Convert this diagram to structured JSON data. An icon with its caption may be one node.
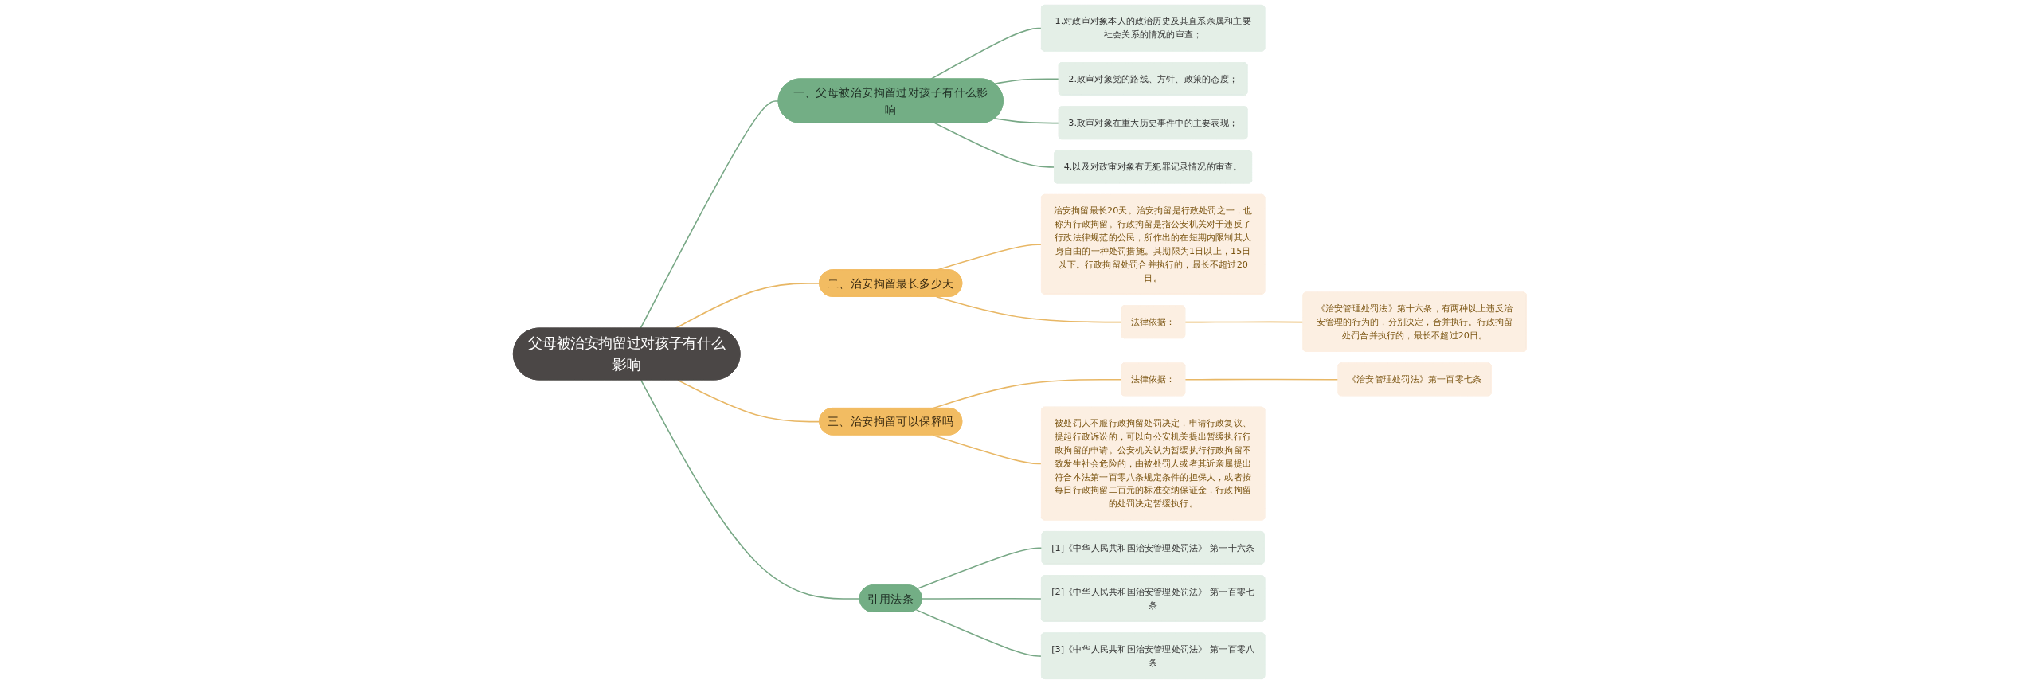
{
  "diagram": {
    "nodes": [
      {
        "text": [
          "父母被治安拘留过对孩子有什么影响"
        ]
      },
      {
        "text": [
          "一、父母被治安拘留过对孩子有什么影响"
        ]
      },
      {
        "text": [
          "1.对政审对象本人的政治历史及其直系亲属和主要社会关系的情况的审查；"
        ]
      },
      {
        "text": [
          "2.政审对象党的路线、方针、政策的态度；"
        ]
      },
      {
        "text": [
          "3.政审对象在重大历史事件中的主要表现；"
        ]
      },
      {
        "text": [
          "4.以及对政审对象有无犯罪记录情况的审查。"
        ]
      },
      {
        "text": [
          "二、治安拘留最长多少天"
        ]
      },
      {
        "text": [
          "治安拘留最长20天。治安拘留是行政处罚之一，也称为行政拘留。行政拘留是指公安机关对于违反了行政法律规范的公民，所作出的在短期内限制其人身自由的一种处罚措施。其期限为1日以上，15日以下。行政拘留处罚合并执行的，最长不超过20日。"
        ]
      },
      {
        "text": [
          "法律依据："
        ]
      },
      {
        "text": [
          "《治安管理处罚法》第十六条，有两种以上违反治安管理的行为的，分别决定，合并执行。行政拘留处罚合并执行的，最长不超过20日。"
        ]
      },
      {
        "text": [
          "三、治安拘留可以保释吗"
        ]
      },
      {
        "text": [
          "法律依据："
        ]
      },
      {
        "text": [
          "《治安管理处罚法》第一百零七条"
        ]
      },
      {
        "text": [
          "被处罚人不服行政拘留处罚决定，申请行政复议、提起行政诉讼的，可以向公安机关提出暂缓执行行政拘留的申请。公安机关认为暂缓执行行政拘留不致发生社会危险的，由被处罚人或者其近亲属提出符合本法第一百零八条规定条件的担保人，或者按每日行政拘留二百元的标准交纳保证金，行政拘留的处罚决定暂缓执行。"
        ]
      },
      {
        "text": [
          "引用法条"
        ]
      },
      {
        "text": [
          "[1]《中华人民共和国治安管理处罚法》 第一十六条"
        ]
      },
      {
        "text": [
          "[2]《中华人民共和国治安管理处罚法》 第一百零七条"
        ]
      },
      {
        "text": [
          "[3]《中华人民共和国治安管理处罚法》 第一百零八条"
        ]
      }
    ],
    "edges": [
      {
        "from": 0,
        "to": 1,
        "arrow": "none"
      },
      {
        "from": 1,
        "to": 2,
        "arrow": "none"
      },
      {
        "from": 1,
        "to": 3,
        "arrow": "none"
      },
      {
        "from": 1,
        "to": 4,
        "arrow": "none"
      },
      {
        "from": 1,
        "to": 5,
        "arrow": "none"
      },
      {
        "from": 0,
        "to": 6,
        "arrow": "none",
        "color": "#e8b765"
      },
      {
        "from": 6,
        "to": 7,
        "arrow": "none",
        "color": "#e8b765"
      },
      {
        "from": 6,
        "to": 8,
        "arrow": "none",
        "color": "#e8b765"
      },
      {
        "from": 8,
        "to": 9,
        "arrow": "none",
        "color": "#e8b765"
      },
      {
        "from": 0,
        "to": 10,
        "arrow": "none",
        "color": "#e8b765"
      },
      {
        "from": 10,
        "to": 11,
        "arrow": "none",
        "color": "#e8b765"
      },
      {
        "from": 11,
        "to": 12,
        "arrow": "none",
        "color": "#e8b765"
      },
      {
        "from": 10,
        "to": 13,
        "arrow": "none",
        "color": "#e8b765"
      },
      {
        "from": 0,
        "to": 14,
        "arrow": "none"
      },
      {
        "from": 14,
        "to": 15,
        "arrow": "none"
      },
      {
        "from": 14,
        "to": 16,
        "arrow": "none"
      },
      {
        "from": 14,
        "to": 17,
        "arrow": "none"
      }
    ]
  }
}
